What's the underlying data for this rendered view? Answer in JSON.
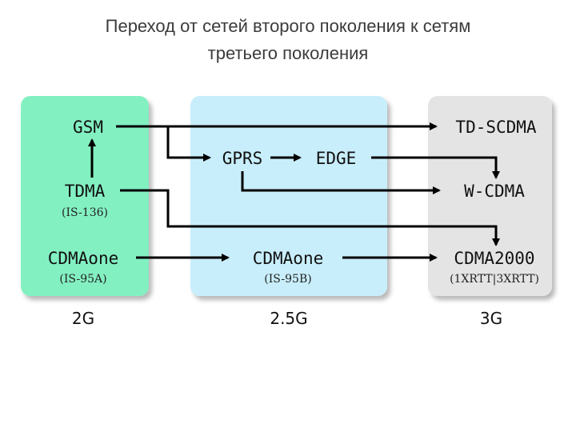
{
  "title": {
    "line1": "Переход от сетей второго поколения к сетям",
    "line2": "третьего поколения"
  },
  "colors": {
    "panel_2g": "#83f0c2",
    "panel_25g": "#c8eefb",
    "panel_3g": "#e4e4e4",
    "arrow": "#000000"
  },
  "nodes": {
    "gsm": "GSM",
    "tdma": "TDMA",
    "tdma_sub": "(IS-136)",
    "cdmaone_2g": "CDMAone",
    "cdmaone_2g_sub": "(IS-95A)",
    "gprs": "GPRS",
    "edge": "EDGE",
    "cdmaone_25g": "CDMAone",
    "cdmaone_25g_sub": "(IS-95B)",
    "td_scdma": "TD-SCDMA",
    "w_cdma": "W-CDMA",
    "cdma2000": "CDMA2000",
    "cdma2000_sub": "(1XRTT|3XRTT)"
  },
  "generations": {
    "g2": "2G",
    "g25": "2.5G",
    "g3": "3G"
  }
}
